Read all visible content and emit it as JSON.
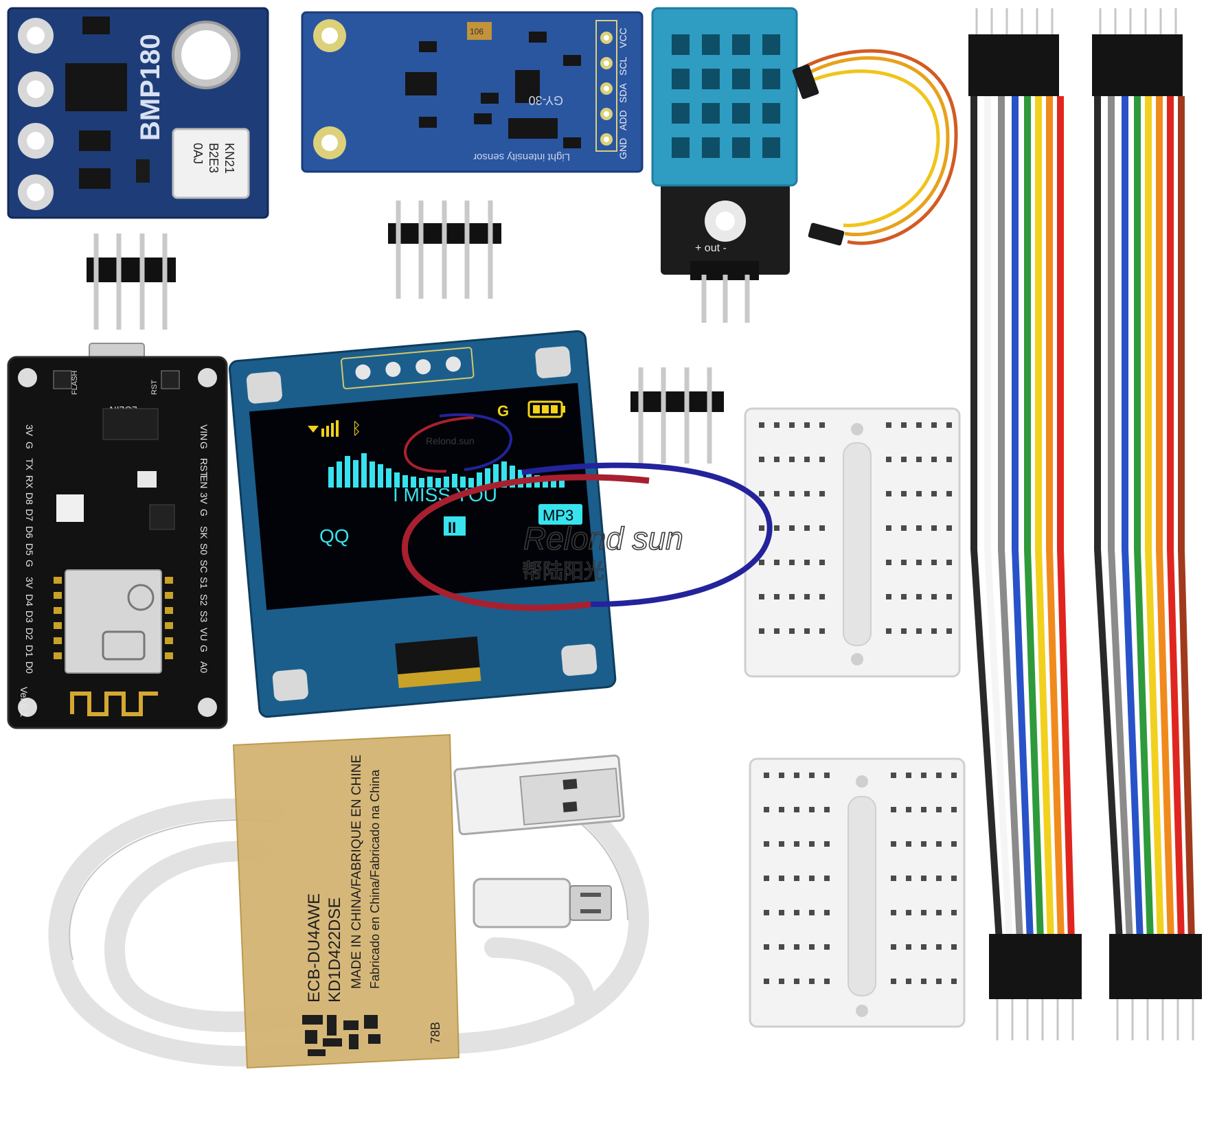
{
  "colors": {
    "background": "#ffffff",
    "pcb_blue": "#1e3d78",
    "pcb_black": "#121212",
    "oled_pcb": "#1b5e8c",
    "sensor_cyan": "#2f9cc2",
    "breadboard": "#f3f3f3",
    "cable": "#ececec",
    "label_tape": "#d4b473",
    "oled_yellow": "#f2d21b",
    "oled_cyan": "#38e3ef",
    "watermark_red": "#a8202f",
    "watermark_blue": "#23239c"
  },
  "bmp180": {
    "label": "BMP180",
    "chip_text": [
      "0AJ",
      "B2E3",
      "KN21"
    ]
  },
  "bh1750": {
    "model": "GY-30",
    "caption": "Light intensity sensor",
    "pins": [
      "GND",
      "ADD",
      "SDA",
      "SCL",
      "VCC"
    ],
    "capacitor": "106"
  },
  "dht11": {
    "pins_label": "+ out -"
  },
  "nodemcu": {
    "left_pins": [
      "3V",
      "G",
      "TX",
      "RX",
      "D8",
      "D7",
      "D6",
      "D5",
      "G",
      "3V",
      "D4",
      "D3",
      "D2",
      "D1",
      "D0"
    ],
    "right_pins": [
      "VIN",
      "G",
      "RST",
      "EN",
      "3V",
      "G",
      "SK",
      "S0",
      "SC",
      "S1",
      "S2",
      "S3",
      "VU",
      "G",
      "A0"
    ],
    "top_labels": [
      "FLASH",
      "RST"
    ],
    "board_label": "LOLIN",
    "version": "Ver 0.1"
  },
  "oled": {
    "center_text": "I MISS YOU",
    "left_text": "QQ",
    "mp3": "MP3",
    "pause": "II",
    "g_icon": "G"
  },
  "watermark": {
    "brand": "Relond sun",
    "small_brand": "Relond.sun",
    "chinese": "帮陆阳光"
  },
  "usb_label": {
    "lines": [
      "ECB-DU4AWE",
      "KD1D422DSE",
      "MADE IN CHINA/FABRIQUE EN CHINE",
      "Fabricado en China/Fabricado na China"
    ],
    "code": "78B"
  }
}
